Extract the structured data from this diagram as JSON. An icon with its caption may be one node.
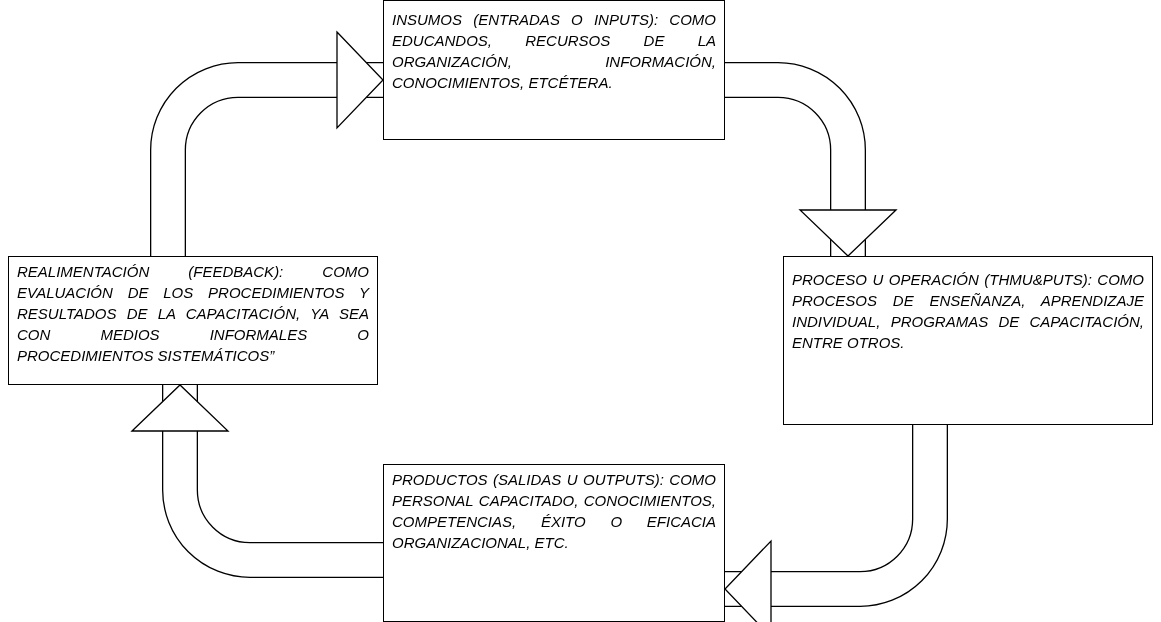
{
  "diagram": {
    "nodes": [
      {
        "text": [
          "INSUMOS (ENTRADAS O INPUTS): COMO EDUCANDOS, RECURSOS DE LA ORGANIZACIÓN, INFORMACIÓN, CONOCIMIENTOS, ETCÉTERA."
        ]
      },
      {
        "text": [
          "PROCESO U OPERACIÓN (THMU&PUTS): COMO PROCESOS DE ENSEÑANZA, APRENDIZAJE INDIVIDUAL, PROGRAMAS DE CAPACITACIÓN, ENTRE OTROS."
        ]
      },
      {
        "text": [
          "PRODUCTOS (SALIDAS U OUTPUTS): COMO PERSONAL CAPACITADO, CONOCIMIENTOS, COMPETENCIAS, ÉXITO O EFICACIA ORGANIZACIONAL, ETC."
        ]
      },
      {
        "text": [
          "REALIMENTACIÓN (FEEDBACK): COMO EVALUACIÓN DE LOS PROCEDIMIENTOS Y RESULTADOS DE LA CAPACITACIÓN, YA SEA CON MEDIOS INFORMALES O PROCEDIMIENTOS SISTEMÁTICOS”"
        ]
      }
    ],
    "edges": [
      {
        "from": 0,
        "to": 1,
        "arrow": "to"
      },
      {
        "from": 1,
        "to": 2,
        "arrow": "to"
      },
      {
        "from": 2,
        "to": 3,
        "arrow": "to"
      },
      {
        "from": 3,
        "to": 0,
        "arrow": "to"
      }
    ]
  }
}
